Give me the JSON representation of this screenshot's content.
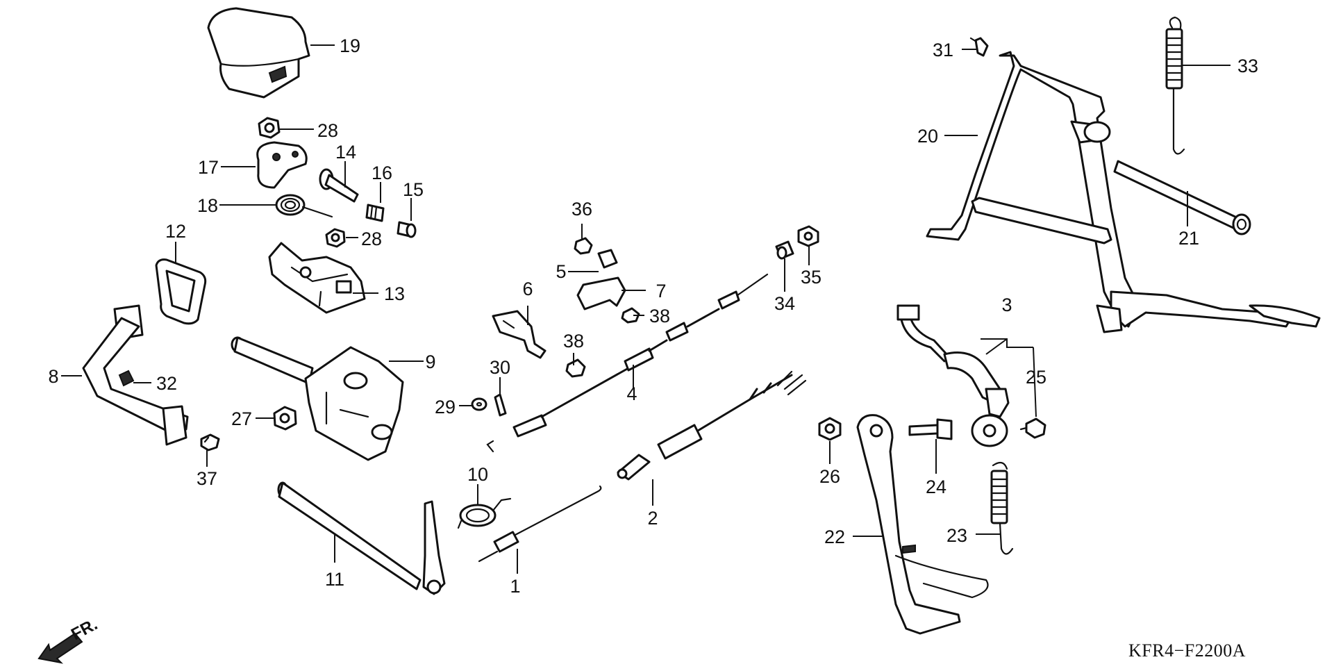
{
  "diagram": {
    "code": "KFR4−F2200A",
    "direction_label": "FR.",
    "direction_icon": "arrow-front-icon",
    "callouts": [
      "1",
      "2",
      "3",
      "4",
      "5",
      "6",
      "7",
      "8",
      "9",
      "10",
      "11",
      "12",
      "13",
      "14",
      "15",
      "16",
      "17",
      "18",
      "19",
      "20",
      "21",
      "22",
      "23",
      "24",
      "25",
      "26",
      "27",
      "28",
      "28",
      "29",
      "30",
      "31",
      "32",
      "33",
      "34",
      "35",
      "36",
      "37",
      "38",
      "38"
    ]
  }
}
